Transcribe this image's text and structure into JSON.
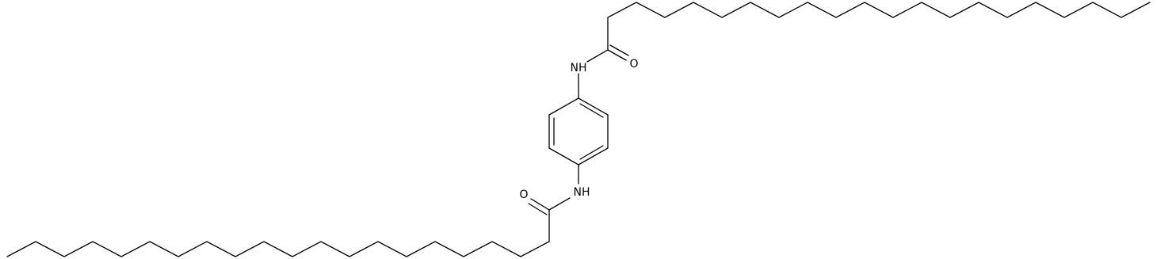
{
  "diagram": {
    "atom_labels": {
      "amide_nh_top": "NH",
      "carbonyl_o_top": "O",
      "amide_nh_bottom": "NH",
      "carbonyl_o_bottom": "O"
    },
    "colors": {
      "bond": "#000000",
      "background": "#ffffff"
    }
  }
}
